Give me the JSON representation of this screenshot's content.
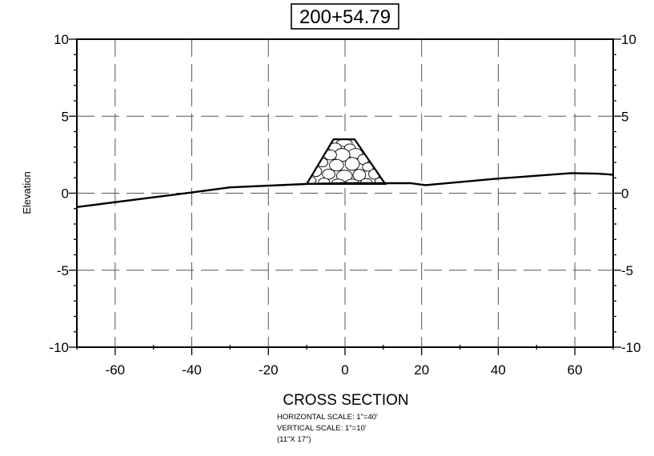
{
  "station_label": "200+54.79",
  "chart_data": {
    "type": "line",
    "title": "200+54.79",
    "xlabel": "",
    "ylabel": "Elevation",
    "xlim": [
      -70,
      70
    ],
    "ylim": [
      -10,
      10
    ],
    "x_ticks": [
      -60,
      -40,
      -20,
      0,
      20,
      40,
      60
    ],
    "y_ticks": [
      -10,
      -5,
      0,
      5,
      10
    ],
    "grid": true,
    "series": [
      {
        "points": [
          [
            -70,
            -0.9
          ],
          [
            -40,
            0.05
          ],
          [
            -30,
            0.38
          ],
          [
            -10,
            0.6
          ],
          [
            0,
            0.65
          ],
          [
            10,
            0.65
          ],
          [
            17,
            0.65
          ],
          [
            21,
            0.52
          ],
          [
            40,
            0.95
          ],
          [
            59,
            1.3
          ],
          [
            66,
            1.27
          ],
          [
            70,
            1.2
          ]
        ]
      }
    ],
    "riprap_mound": {
      "base_left_x": -10,
      "base_right_x": 10.5,
      "top_left_x": -3,
      "top_right_x": 2.5,
      "base_elevation": 0.6,
      "top_elevation": 3.5
    }
  },
  "caption": {
    "title": "CROSS SECTION",
    "lines": [
      "HORIZONTAL SCALE: 1\"=40'",
      "VERTICAL SCALE: 1\"=10'",
      "(11\"X 17\")"
    ]
  }
}
